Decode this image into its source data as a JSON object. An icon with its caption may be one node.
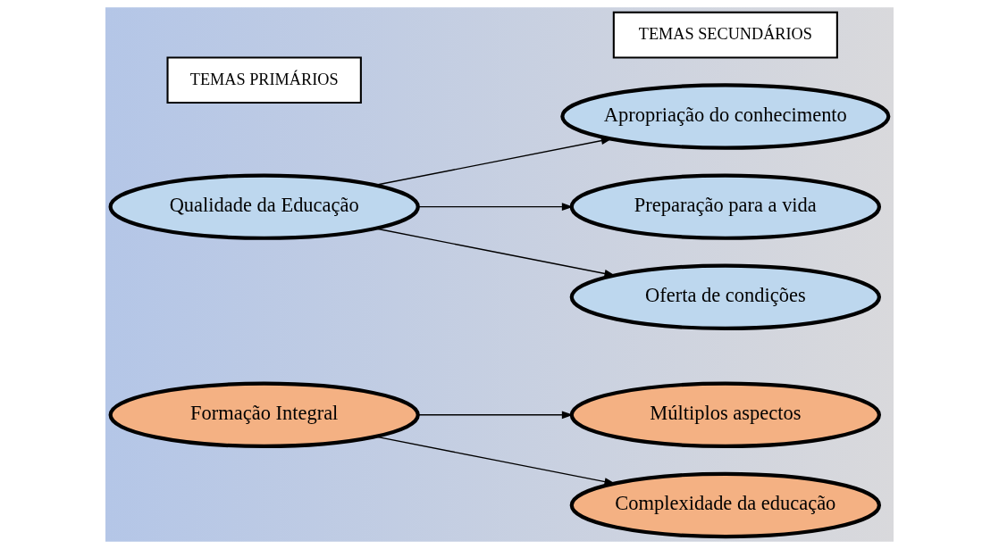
{
  "diagram": {
    "nodes": [
      {
        "text": [
          "TEMAS PRIMÁRIOS"
        ]
      },
      {
        "text": [
          "TEMAS SECUNDÁRIOS"
        ]
      },
      {
        "text": [
          "Qualidade da Educação"
        ]
      },
      {
        "text": [
          "Apropriação do conhecimento"
        ]
      },
      {
        "text": [
          "Preparação para a vida"
        ]
      },
      {
        "text": [
          "Oferta de condições"
        ]
      },
      {
        "text": [
          "Formação Integral"
        ]
      },
      {
        "text": [
          "Múltiplos aspectos"
        ]
      },
      {
        "text": [
          "Complexidade da educação"
        ]
      }
    ],
    "edges": [
      {
        "from": 2,
        "to": 3,
        "arrow": "to"
      },
      {
        "from": 2,
        "to": 4,
        "arrow": "to"
      },
      {
        "from": 2,
        "to": 5,
        "arrow": "to"
      },
      {
        "from": 6,
        "to": 7,
        "arrow": "to"
      },
      {
        "from": 6,
        "to": 8,
        "arrow": "to"
      }
    ]
  }
}
